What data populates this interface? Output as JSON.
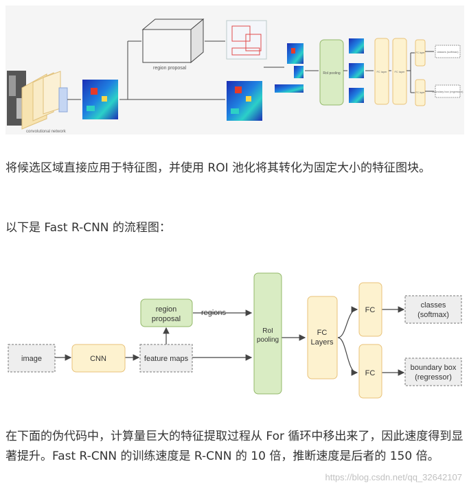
{
  "figure1": {
    "labels": {
      "region_proposal": "region proposal",
      "conv_net": "convolutional network",
      "roi_pooling": "RoI pooling",
      "fc_a": "FC layer",
      "fc_b": "FC layer",
      "fc_c": "FC layer",
      "fc_d": "FC layer",
      "classes": "classes (softmax)",
      "bbox": "boundary box (regressor)"
    }
  },
  "text": {
    "p1": "将候选区域直接应用于特征图，并使用 ROI 池化将其转化为固定大小的特征图块。",
    "p2": "以下是 Fast R-CNN 的流程图：",
    "p3": "在下面的伪代码中，计算量巨大的特征提取过程从 For 循环中移出来了，因此速度得到显著提升。Fast R-CNN 的训练速度是 R-CNN 的 10 倍，推断速度是后者的 150 倍。"
  },
  "diagram": {
    "image": "image",
    "cnn": "CNN",
    "feature_maps": "feature maps",
    "region_line1": "region",
    "region_line2": "proposal",
    "regions": "regions",
    "roi_line1": "RoI",
    "roi_line2": "pooling",
    "fc_layers_line1": "FC",
    "fc_layers_line2": "Layers",
    "fc_top": "FC",
    "fc_bottom": "FC",
    "classes_line1": "classes",
    "classes_line2": "(softmax)",
    "bbox_line1": "boundary box",
    "bbox_line2": "(regressor)"
  },
  "watermark": "https://blog.csdn.net/qq_32642107",
  "colors": {
    "yellow_fill": "#fdf2cf",
    "yellow_stroke": "#e9c27a",
    "green_fill": "#d9ecc3",
    "green_stroke": "#93b86a",
    "gray_fill": "#eeeeee",
    "gray_stroke": "#777777"
  }
}
